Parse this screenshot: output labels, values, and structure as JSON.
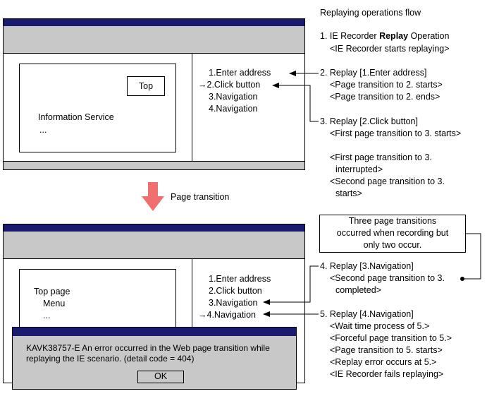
{
  "flow_title": "Replaying operations flow",
  "top_window": {
    "button_top": "Top",
    "info_service": "Information Service",
    "ellipsis": "...",
    "steps": [
      "1.Enter address",
      "→2.Click button",
      "3.Navigation",
      "4.Navigation"
    ]
  },
  "transition_label": "Page transition",
  "bottom_window": {
    "page_title": "Top page",
    "menu": "Menu",
    "ellipsis": "...",
    "steps": [
      "1.Enter address",
      "2.Click button",
      "3.Navigation",
      "→4.Navigation"
    ]
  },
  "dialog": {
    "message_line1": "KAVK38757-E An error occurred in the Web page transition  while",
    "message_line2": "replaying the IE scenario. (detail code = 404)",
    "ok_label": "OK"
  },
  "steps_right": {
    "s1_prefix": "1. IE Recorder ",
    "s1_bold": "Replay",
    "s1_suffix": " Operation",
    "s1_sub": "<IE Recorder starts replaying>",
    "s2": "2. Replay [1.Enter address]",
    "s2_sub1": "<Page transition to 2. starts>",
    "s2_sub2": "<Page transition to 2. ends>",
    "s3": "3. Replay [2.Click button]",
    "s3_sub1": "<First page transition to 3. starts>",
    "s3_sub2": "<First page transition to 3.",
    "s3_sub3": "interrupted>",
    "s3_sub4": "<Second page transition to 3.",
    "s3_sub5": "starts>",
    "note_line1": "Three page transitions",
    "note_line2": "occurred when recording but",
    "note_line3": "only two occur.",
    "s4": "4. Replay [3.Navigation]",
    "s4_sub1": "<Second page transition to 3.",
    "s4_sub2": "completed>",
    "s5": "5. Replay [4.Navigation]",
    "s5_sub1": "<Wait time process of 5.>",
    "s5_sub2": "<Forceful page transition to 5.>",
    "s5_sub3": "<Page transition to 5. starts>",
    "s5_sub4": "<Replay error occurs at 5.>",
    "s5_sub5": "<IE Recorder fails replaying>"
  },
  "colors": {
    "titlebar": "#1a1a6e",
    "chrome": "#c8c8c8",
    "arrow": "#f07070"
  }
}
